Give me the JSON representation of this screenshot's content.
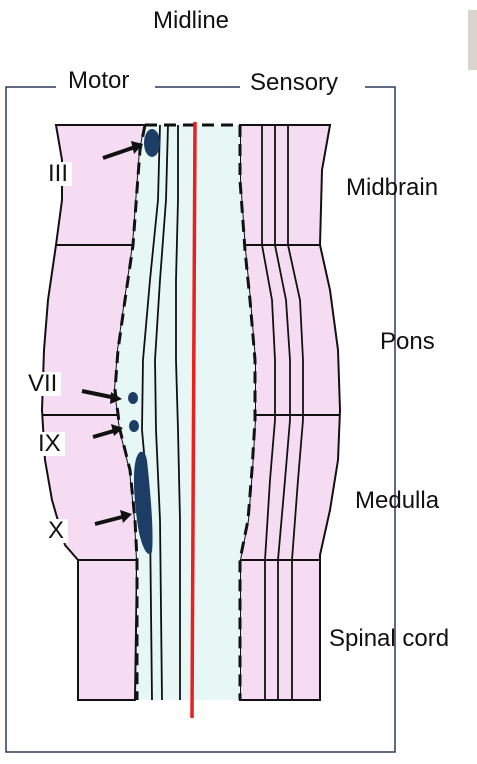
{
  "title": "Midline",
  "columns": {
    "motor": "Motor",
    "sensory": "Sensory"
  },
  "regions": {
    "midbrain": "Midbrain",
    "pons": "Pons",
    "medulla": "Medulla",
    "spinal_cord": "Spinal cord"
  },
  "nuclei": {
    "iii": "III",
    "vii": "VII",
    "ix": "IX",
    "x": "X"
  },
  "colors": {
    "basal_plate": "#f6dcf3",
    "alar_plate": "#f6dcf3",
    "floor_plate": "#e6f7f6",
    "midline": "#e82020",
    "nucleus": "#1c3d66",
    "outline": "#111111"
  }
}
